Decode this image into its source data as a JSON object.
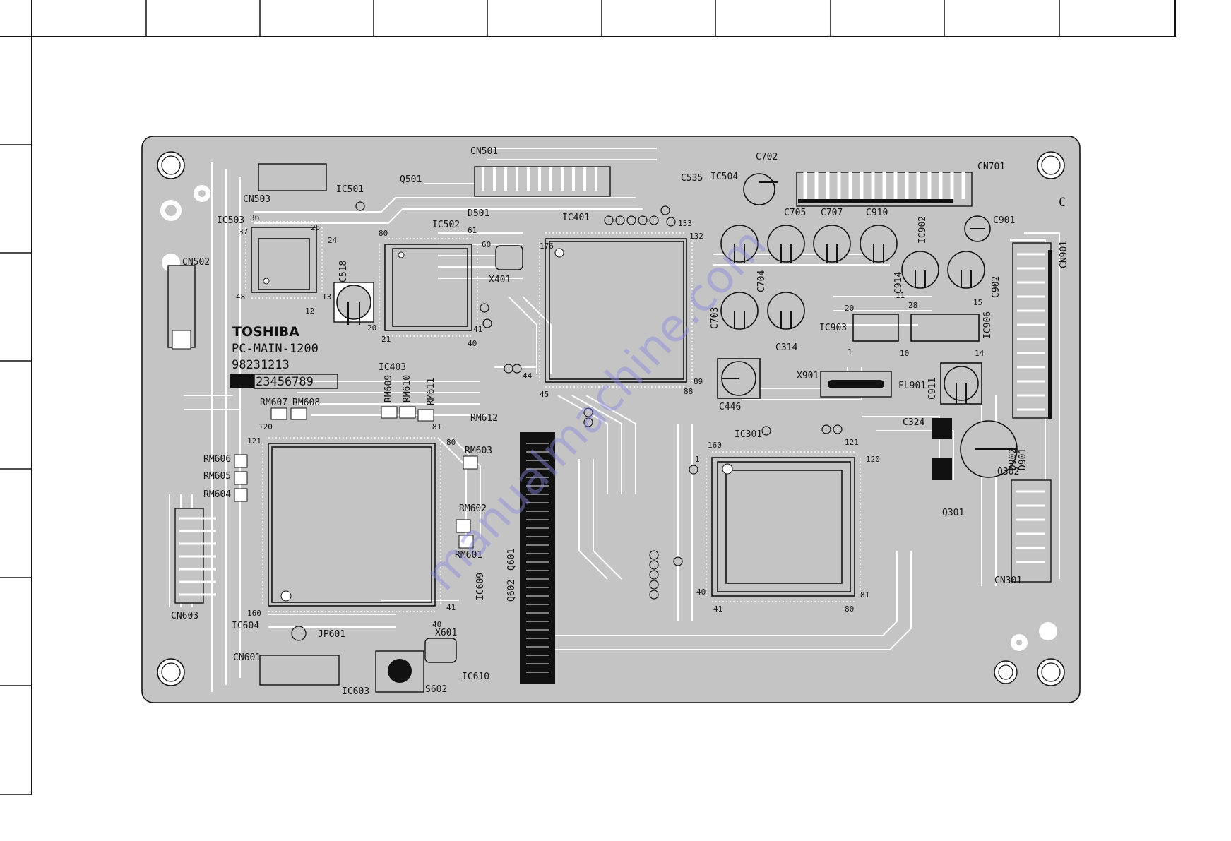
{
  "board": {
    "brand": "TOSHIBA",
    "model": "PC-MAIN-1200",
    "part_number": "98231213",
    "serial_digits": "23456789",
    "corner_mark": "C"
  },
  "colors": {
    "board_fill": "#c4c4c4",
    "trace": "#ffffff",
    "ink": "#111111",
    "frame": "#111111",
    "watermark": "#8a8ae0"
  },
  "watermark_text": "manualmachine.com",
  "labels": {
    "cn501": "CN501",
    "cn502": "CN502",
    "cn503": "CN503",
    "cn601": "CN601",
    "cn603": "CN603",
    "cn701": "CN701",
    "cn901": "CN901",
    "cn301": "CN301",
    "ic501": "IC501",
    "ic502": "IC502",
    "ic503": "IC503",
    "ic504": "IC504",
    "ic401": "IC401",
    "ic403": "IC403",
    "ic301": "IC301",
    "ic603": "IC603",
    "ic604": "IC604",
    "ic609": "IC609",
    "ic610": "IC610",
    "ic902": "IC902",
    "ic903": "IC903",
    "ic906": "IC906",
    "q501": "Q501",
    "q301": "Q301",
    "q302": "Q302",
    "q601": "Q601",
    "q602": "Q602",
    "c518": "C518",
    "c535": "C535",
    "c702": "C702",
    "c705": "C705",
    "c707": "C707",
    "c910": "C910",
    "c901": "C901",
    "c902": "C902",
    "c914": "C914",
    "c704": "C704",
    "c703": "C703",
    "c314": "C314",
    "c446": "C446",
    "c911": "C911",
    "c324": "C324",
    "d501": "D501",
    "d901": "D901",
    "d902": "D902",
    "x401": "X401",
    "x601": "X601",
    "x901": "X901",
    "fl901": "FL901",
    "jp601": "JP601",
    "s602": "S602",
    "rm601": "RM601",
    "rm602": "RM602",
    "rm603": "RM603",
    "rm604": "RM604",
    "rm605": "RM605",
    "rm606": "RM606",
    "rm607": "RM607",
    "rm608": "RM608",
    "rm609": "RM609",
    "rm610": "RM610",
    "rm611": "RM611",
    "rm612": "RM612"
  },
  "pins": {
    "ic503_36": "36",
    "ic503_37": "37",
    "ic503_25": "25",
    "ic503_24": "24",
    "ic503_48": "48",
    "ic503_13": "13",
    "ic503_12": "12",
    "ic502_80": "80",
    "ic502_61": "61",
    "ic502_60": "60",
    "ic502_41": "41",
    "ic502_40": "40",
    "ic502_21": "21",
    "ic502_20": "20",
    "ic401_176": "176",
    "ic401_133": "133",
    "ic401_132": "132",
    "ic401_89": "89",
    "ic401_88": "88",
    "ic401_45": "45",
    "ic401_44": "44",
    "ic604_121": "121",
    "ic604_120": "120",
    "ic604_81": "81",
    "ic604_80": "80",
    "ic604_160": "160",
    "ic604_41": "41",
    "ic604_40": "40",
    "ic301_160": "160",
    "ic301_121": "121",
    "ic301_120": "120",
    "ic301_81": "81",
    "ic301_80": "80",
    "ic301_41": "41",
    "ic301_40": "40",
    "ic301_1": "1",
    "ic903_20": "20",
    "ic903_11": "11",
    "ic903_10": "10",
    "ic903_1": "1",
    "ic906_28": "28",
    "ic906_15": "15",
    "ic906_14": "14"
  }
}
